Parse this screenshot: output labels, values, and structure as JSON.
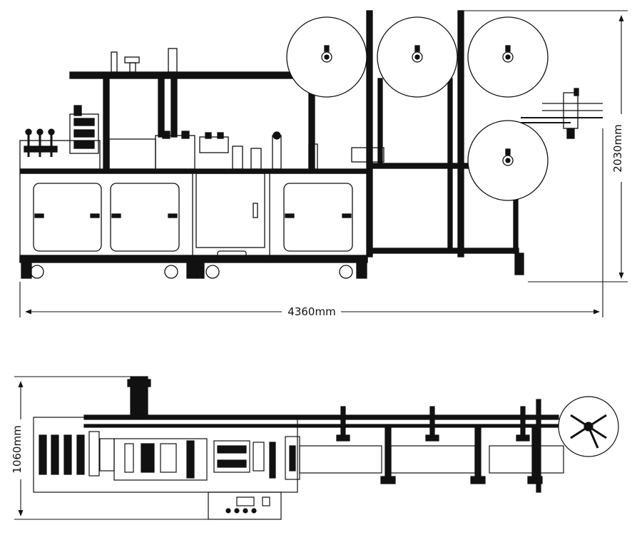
{
  "dimensions": {
    "length": "4360mm",
    "height": "2030mm",
    "width": "1060mm"
  },
  "colors": {
    "line": "#111111",
    "dim": "#1a1a5a",
    "background": "#ffffff"
  }
}
